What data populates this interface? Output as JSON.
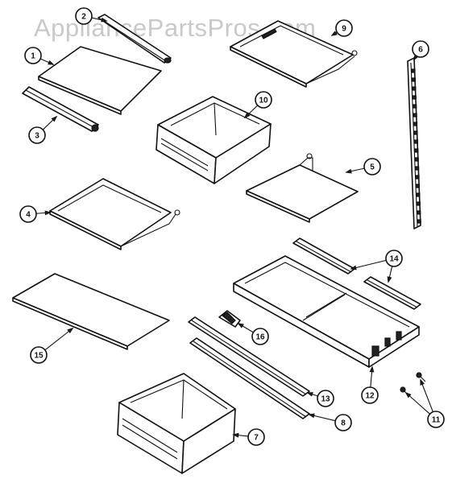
{
  "watermark": "AppliancePartsPros.com",
  "callouts": [
    "1",
    "2",
    "3",
    "4",
    "5",
    "6",
    "7",
    "8",
    "9",
    "10",
    "11",
    "12",
    "13",
    "14",
    "15",
    "16"
  ]
}
